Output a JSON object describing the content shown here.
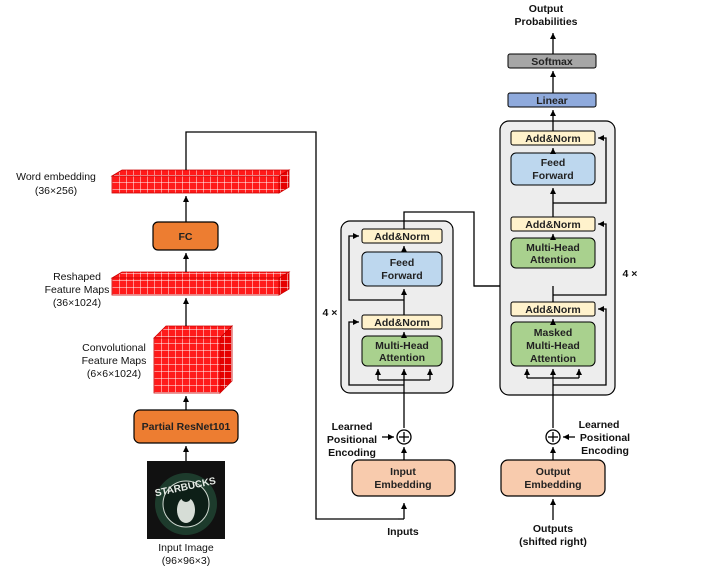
{
  "cnn": {
    "word_embedding_label": "Word embedding",
    "word_embedding_dims": "(36×256)",
    "fc_label": "FC",
    "reshaped_label_1": "Reshaped",
    "reshaped_label_2": "Feature Maps",
    "reshaped_dims": "(36×1024)",
    "conv_label_1": "Convolutional",
    "conv_label_2": "Feature Maps",
    "conv_dims": "(6×6×1024)",
    "resnet_label": "Partial ResNet101",
    "input_image_label": "Input Image",
    "input_image_dims": "(96×96×3)",
    "logo_text": "STARBUCKS"
  },
  "encoder": {
    "repeat_label": "4 ×",
    "add_norm_top": "Add&Norm",
    "feed_forward_1": "Feed",
    "feed_forward_2": "Forward",
    "add_norm_bottom": "Add&Norm",
    "mha_1": "Multi-Head",
    "mha_2": "Attention",
    "pos_enc_1": "Learned",
    "pos_enc_2": "Positional",
    "pos_enc_3": "Encoding",
    "input_embedding_1": "Input",
    "input_embedding_2": "Embedding",
    "inputs_label": "Inputs"
  },
  "decoder": {
    "repeat_label": "4 ×",
    "add_norm_top": "Add&Norm",
    "feed_forward_1": "Feed",
    "feed_forward_2": "Forward",
    "add_norm_mid": "Add&Norm",
    "mha_1": "Multi-Head",
    "mha_2": "Attention",
    "add_norm_bottom": "Add&Norm",
    "masked_1": "Masked",
    "masked_2": "Multi-Head",
    "masked_3": "Attention",
    "pos_enc_1": "Learned",
    "pos_enc_2": "Positional",
    "pos_enc_3": "Encoding",
    "output_embedding_1": "Output",
    "output_embedding_2": "Embedding",
    "outputs_1": "Outputs",
    "outputs_2": "(shifted right)",
    "linear_label": "Linear",
    "softmax_label": "Softmax",
    "output_probs_1": "Output",
    "output_probs_2": "Probabilities"
  },
  "colors": {
    "orange": "#ED7D31",
    "peach": "#F8CBAD",
    "cream": "#FFF2CC",
    "light_blue": "#BDD7EE",
    "green": "#A9D18E",
    "blue": "#8FAADC",
    "gray": "#A6A6A6",
    "panel": "#EDEDED",
    "red": "#FF0000"
  }
}
